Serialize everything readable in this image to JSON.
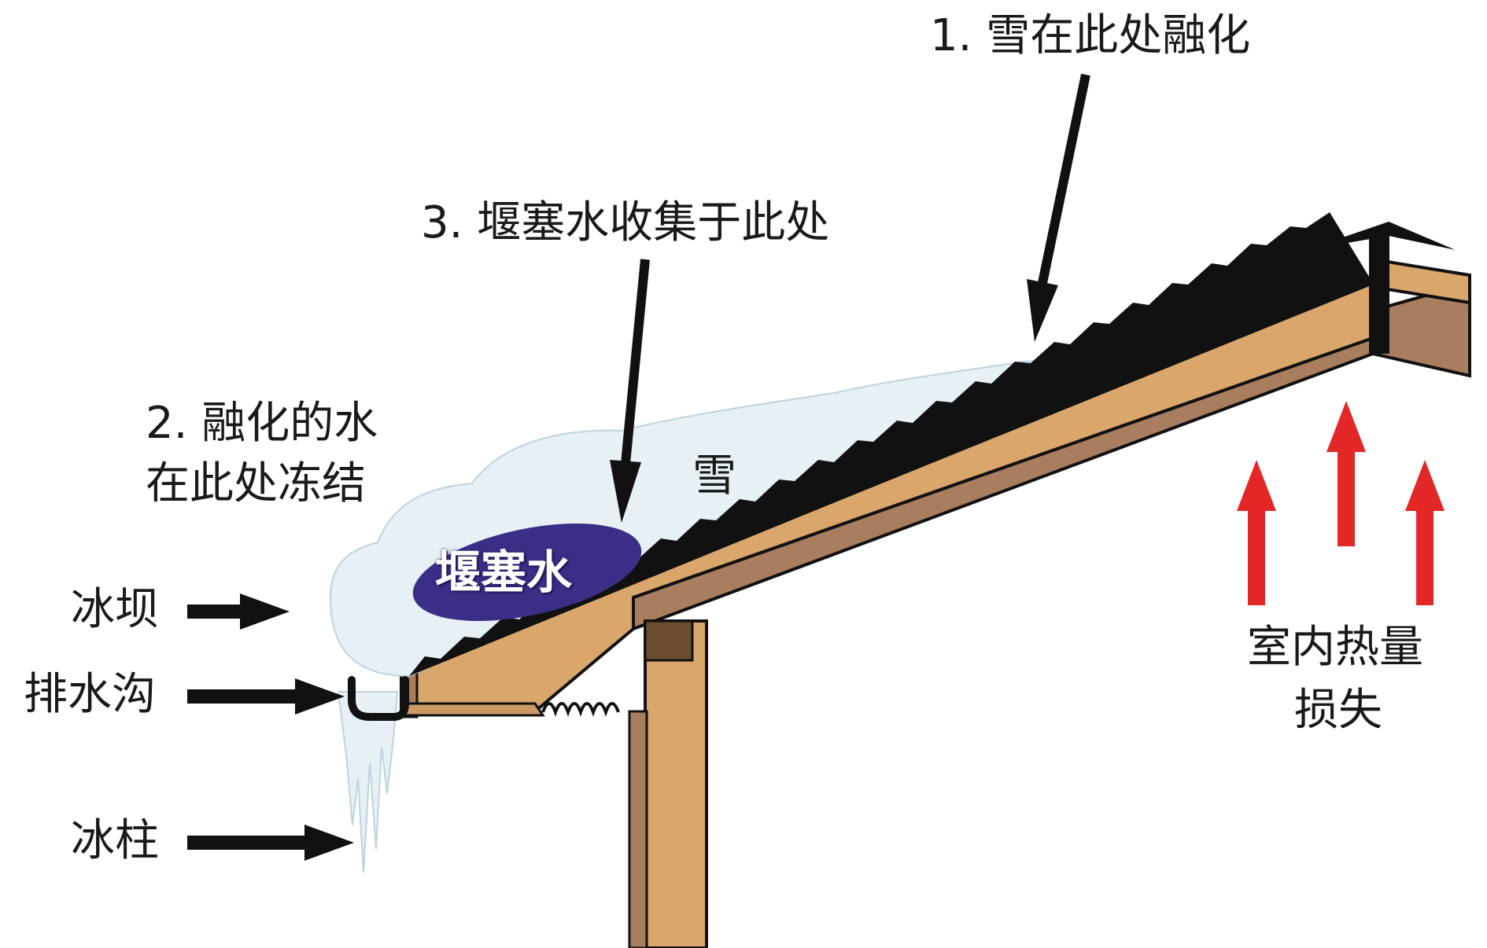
{
  "labels": {
    "step1": "1. 雪在此处融化",
    "step3": "3. 堰塞水收集于此处",
    "step2_line1": "2. 融化的水",
    "step2_line2": "在此处冻结",
    "snow": "雪",
    "ponded_water": "堰塞水",
    "ice_dam": "冰坝",
    "gutter": "排水沟",
    "icicles": "冰柱",
    "heat_loss_line1": "室内热量",
    "heat_loss_line2": "损失"
  },
  "colors": {
    "wood": "#d9a66b",
    "wood_dark": "#a97e5e",
    "snow": "#e6f0f5",
    "water": "#3b2e86",
    "shingle": "#111111",
    "heat_arrow": "#e32727",
    "pointer_arrow": "#111111"
  }
}
